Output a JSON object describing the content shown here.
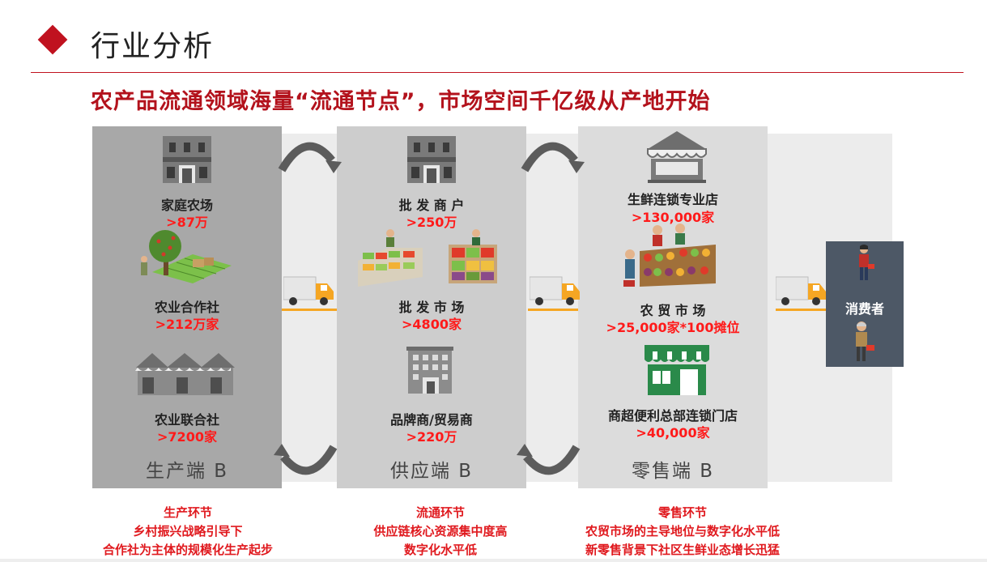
{
  "header": {
    "title": "行业分析",
    "subtitle": "农产品流通领域海量“流通节点”，市场空间千亿级从产地开始"
  },
  "colors": {
    "accent": "#c0121f",
    "value_red": "#ff1a1a",
    "consumer_panel": "#4d5866",
    "road": "#f5a623"
  },
  "production": {
    "name": "生产端 B",
    "items": [
      {
        "label": "家庭农场",
        "value": ">87万"
      },
      {
        "label": "农业合作社",
        "value": ">212万家"
      },
      {
        "label": "农业联合社",
        "value": ">7200家"
      }
    ],
    "footer": [
      "生产环节",
      "乡村振兴战略引导下",
      "合作社为主体的规模化生产起步"
    ]
  },
  "supply": {
    "name": "供应端 B",
    "items": [
      {
        "label": "批 发 商 户",
        "value": ">250万"
      },
      {
        "label": "批 发 市 场",
        "value": ">4800家"
      },
      {
        "label": "品牌商/贸易商",
        "value": ">220万"
      }
    ],
    "footer": [
      "流通环节",
      "供应链核心资源集中度高",
      "数字化水平低"
    ]
  },
  "retail": {
    "name": "零售端 B",
    "items": [
      {
        "label": "生鲜连锁专业店",
        "value": ">130,000家"
      },
      {
        "label": "农 贸 市 场",
        "value": ">25,000家*100摊位"
      },
      {
        "label": "商超便利总部连锁门店",
        "value": ">40,000家"
      }
    ],
    "footer": [
      "零售环节",
      "农贸市场的主导地位与数字化水平低",
      "新零售背景下社区生鲜业态增长迅猛"
    ]
  },
  "consumer": {
    "label": "消费者"
  },
  "icons": [
    "building-icon",
    "orchard-icon",
    "tents-icon",
    "produce-stall-icon",
    "office-building-icon",
    "store-awning-icon",
    "market-stall-icon",
    "shop-front-icon",
    "truck-icon",
    "cycle-arrow-icon",
    "person-icon"
  ]
}
